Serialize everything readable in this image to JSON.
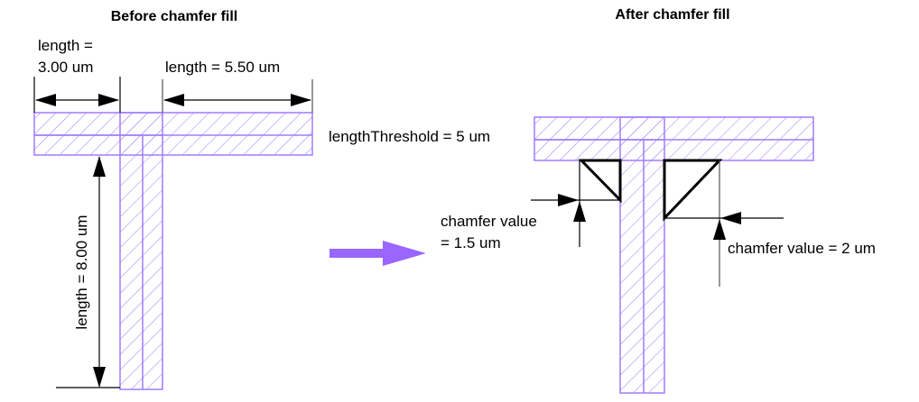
{
  "left": {
    "title": "Before chamfer fill",
    "dim_left_line1": "length =",
    "dim_left_line2": "3.00 um",
    "dim_right": "length = 5.50 um",
    "dim_vertical": "length = 8.00 um"
  },
  "right": {
    "title": "After chamfer fill",
    "threshold": "lengthThreshold = 5 um",
    "chamfer_left_line1": "chamfer value",
    "chamfer_left_line2": "= 1.5 um",
    "chamfer_right": "chamfer value = 2 um"
  },
  "colors": {
    "shape_outline": "#a07cff",
    "transition_arrow": "#9966ff"
  }
}
